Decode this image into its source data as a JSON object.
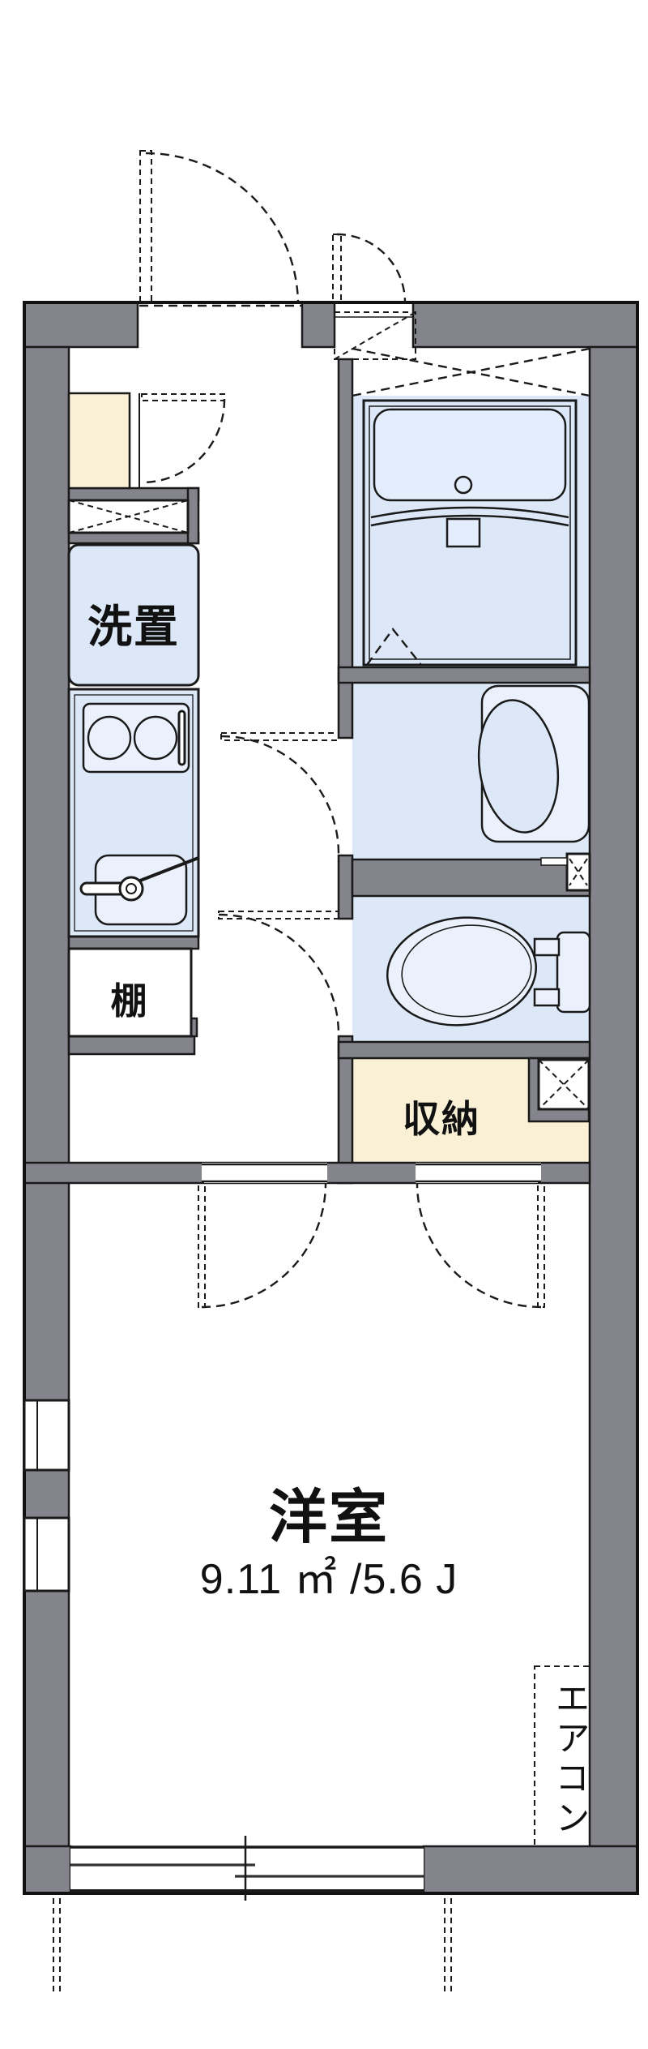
{
  "floorplan": {
    "labels": {
      "living_room": "洋室",
      "living_area": "9.11 ㎡ /5.6 J",
      "storage": "収納",
      "laundry": "洗置",
      "shelf": "棚",
      "aircon": "エアコン"
    },
    "colors": {
      "wall": "#84848c",
      "line": "#1a1a1a",
      "room_blue": "#dce8f8",
      "fixture_blue": "#eaf1fc",
      "tub_blue": "#e3edfb",
      "cream": "#faf0d6"
    }
  }
}
